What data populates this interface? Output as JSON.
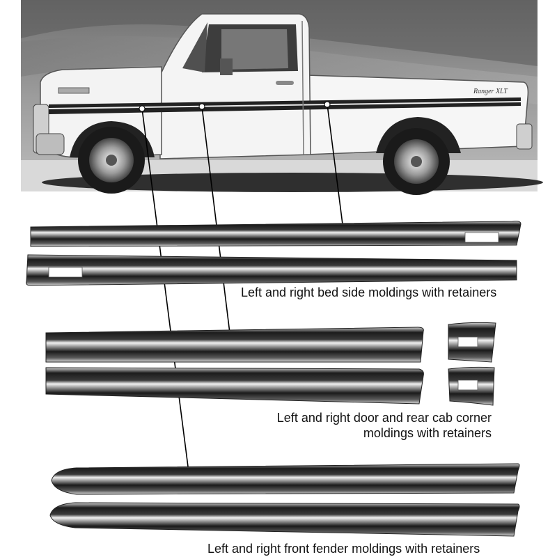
{
  "badge": {
    "model": "Ranger XLT"
  },
  "captions": {
    "bed_side": "Left and right bed side moldings with retainers",
    "door_line1": "Left and right door and rear cab corner",
    "door_line2": "moldings with retainers",
    "front_fender": "Left and right front fender moldings with retainers"
  },
  "colors": {
    "chrome_dark": "#1a1a1a",
    "chrome_light": "#e8e8e8",
    "truck_body": "#f4f4f4",
    "background": "#ffffff"
  }
}
